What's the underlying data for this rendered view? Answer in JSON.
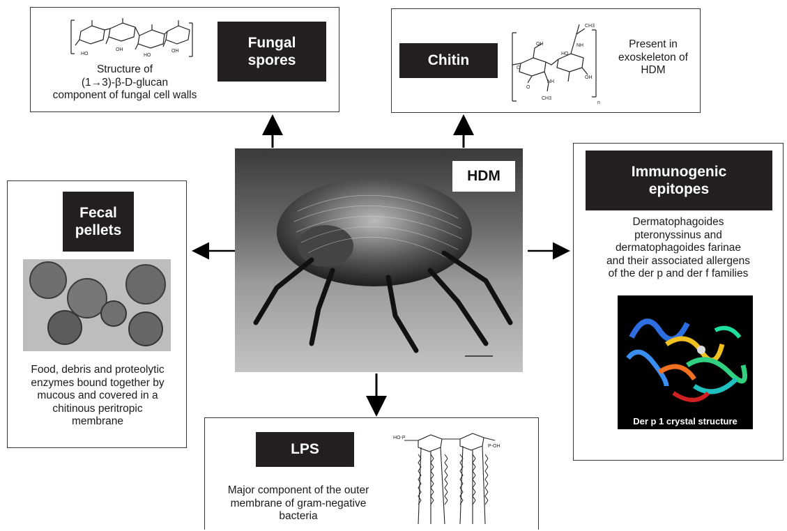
{
  "hdm": {
    "label": "HDM"
  },
  "fungal": {
    "label": "Fungal spores",
    "caption": [
      "Structure of",
      "(1→3)-β-D-glucan",
      "component of fungal cell walls"
    ]
  },
  "chitin": {
    "label": "Chitin",
    "caption": [
      "Present in",
      "exoskeleton of",
      "HDM"
    ]
  },
  "immuno": {
    "label": "Immunogenic epitopes",
    "caption": [
      "Dermatophagoides",
      "pteronyssinus and",
      "dermatophagoides farinae",
      "and their associated allergens",
      "of the der p and der f families"
    ],
    "image_caption": "Der p 1 crystal structure"
  },
  "fecal": {
    "label": "Fecal pellets",
    "caption": [
      "Food, debris and proteolytic",
      "enzymes bound together by",
      "mucous and covered in a",
      "chitinous peritropic",
      "membrane"
    ]
  },
  "lps": {
    "label": "LPS",
    "caption": [
      "Major component of the outer",
      "membrane of gram-negative",
      "bacteria"
    ]
  },
  "colors": {
    "label_bg": "#231f20",
    "border": "#333333",
    "arrow": "#000000"
  }
}
